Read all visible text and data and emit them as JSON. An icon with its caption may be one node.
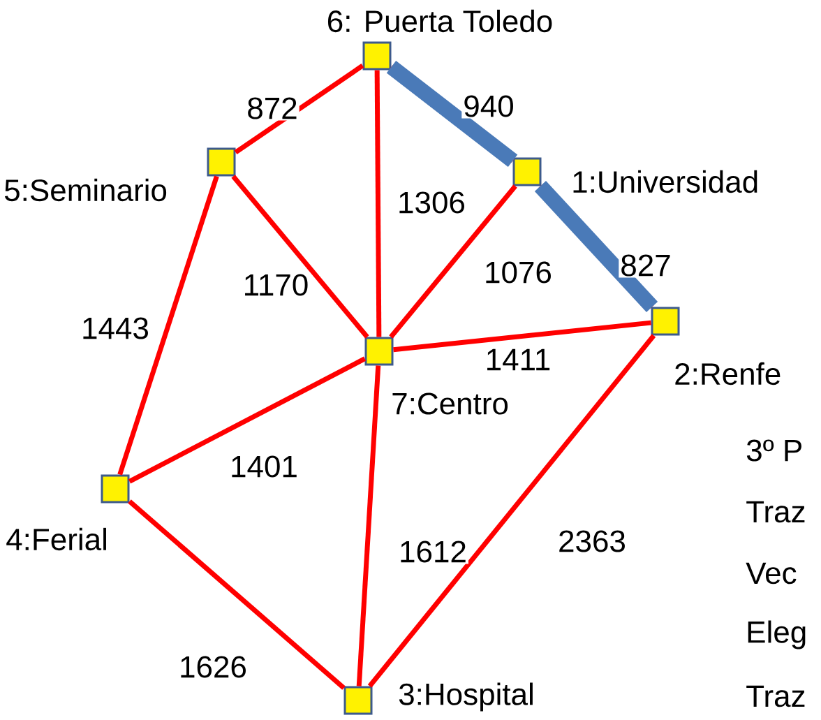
{
  "diagram": {
    "nodes": [
      {
        "text": [
          "6: Puerta Toledo"
        ]
      },
      {
        "text": [
          "5:Seminario"
        ]
      },
      {
        "text": [
          "1:Universidad"
        ]
      },
      {
        "text": [
          "2:Renfe"
        ]
      },
      {
        "text": [
          "7:Centro"
        ]
      },
      {
        "text": [
          "4:Ferial"
        ]
      },
      {
        "text": [
          "3:Hospital"
        ]
      }
    ],
    "edges": [
      {
        "from": 0,
        "to": 1,
        "arrow": "none",
        "label": "872"
      },
      {
        "from": 0,
        "to": 2,
        "arrow": "none",
        "label": "940"
      },
      {
        "from": 0,
        "to": 4,
        "arrow": "none",
        "label": "1306"
      },
      {
        "from": 2,
        "to": 4,
        "arrow": "none",
        "label": "1076"
      },
      {
        "from": 2,
        "to": 3,
        "arrow": "none",
        "label": "827"
      },
      {
        "from": 1,
        "to": 4,
        "arrow": "none",
        "label": "1170"
      },
      {
        "from": 1,
        "to": 5,
        "arrow": "none",
        "label": "1443"
      },
      {
        "from": 4,
        "to": 3,
        "arrow": "none",
        "label": "1411"
      },
      {
        "from": 4,
        "to": 5,
        "arrow": "none",
        "label": "1401"
      },
      {
        "from": 4,
        "to": 6,
        "arrow": "none",
        "label": "1612"
      },
      {
        "from": 3,
        "to": 6,
        "arrow": "none",
        "label": "2363"
      },
      {
        "from": 5,
        "to": 6,
        "arrow": "none",
        "label": "1626"
      },
      {
        "from": 0,
        "to": 2,
        "arrow": "none",
        "style": "thick",
        "color": "#4a7ab8"
      },
      {
        "from": 2,
        "to": 3,
        "arrow": "none",
        "style": "thick",
        "color": "#4a7ab8"
      }
    ],
    "labels": [
      "3º P",
      "Traz",
      "Vec",
      "Eleg",
      "Traz"
    ]
  }
}
